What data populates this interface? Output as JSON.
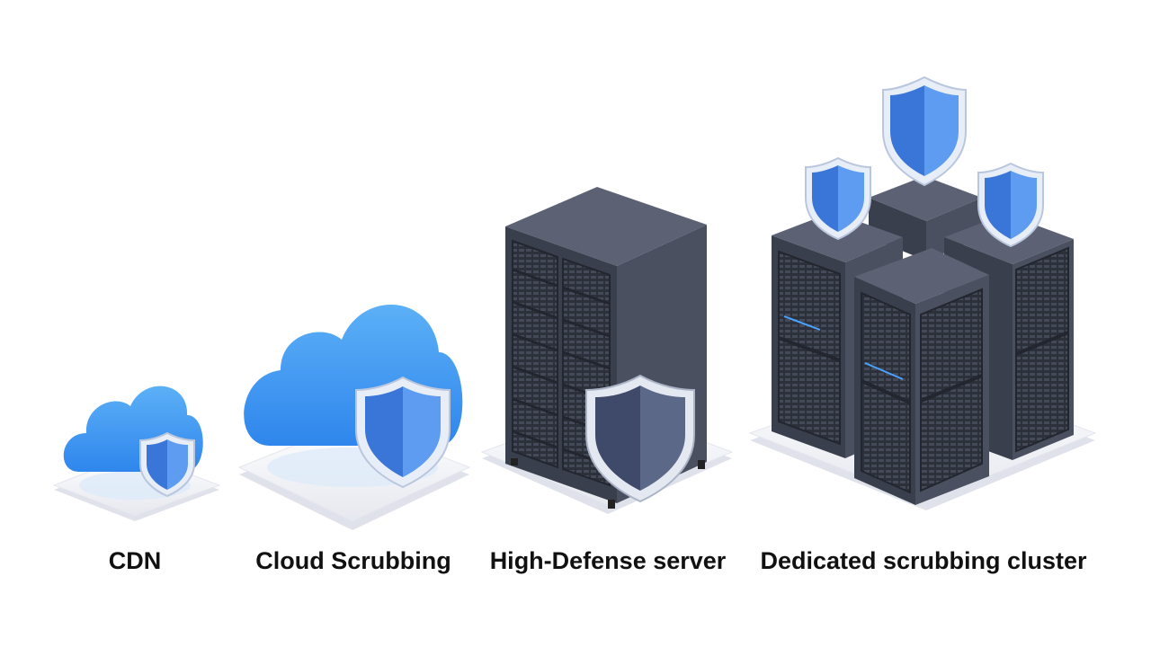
{
  "tiers": [
    {
      "label": "CDN"
    },
    {
      "label": "Cloud Scrubbing"
    },
    {
      "label": "High-Defense server"
    },
    {
      "label": "Dedicated scrubbing cluster"
    }
  ],
  "colors": {
    "cloud_blue": "#3f9bf2",
    "shield_blue": "#3b82e6",
    "server_dark": "#3a3f4e",
    "server_light": "#5c6273",
    "platform": "#f3f4f8",
    "label_text": "#111111"
  },
  "icons": [
    "cloud-icon",
    "shield-icon",
    "server-rack-icon",
    "platform-icon"
  ]
}
